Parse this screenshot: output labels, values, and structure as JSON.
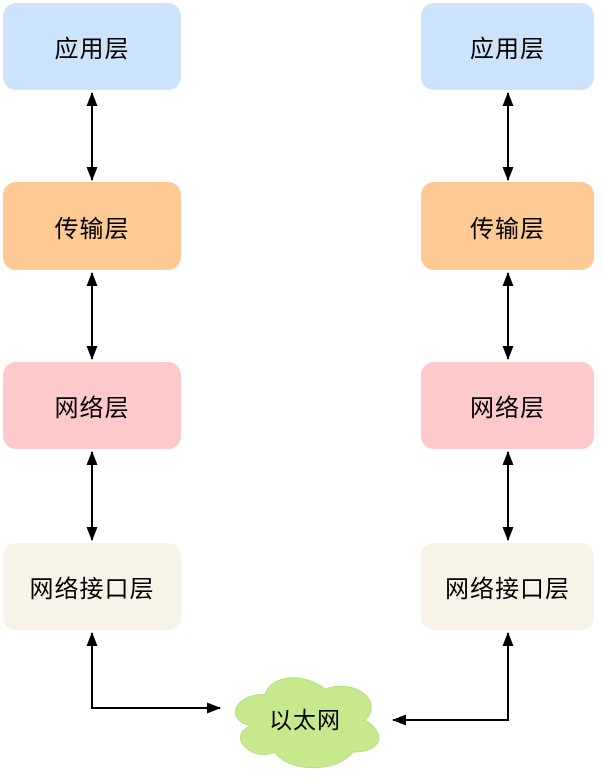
{
  "diagram": {
    "kind": "tcp-ip-layer-stacks",
    "stacks": {
      "left": {
        "layers": [
          {
            "id": "application",
            "label": "应用层",
            "color": "#cce4fb"
          },
          {
            "id": "transport",
            "label": "传输层",
            "color": "#fec993"
          },
          {
            "id": "network",
            "label": "网络层",
            "color": "#fdc9c9"
          },
          {
            "id": "network-interface",
            "label": "网络接口层",
            "color": "#f7f3e6"
          }
        ]
      },
      "right": {
        "layers": [
          {
            "id": "application",
            "label": "应用层",
            "color": "#cce4fb"
          },
          {
            "id": "transport",
            "label": "传输层",
            "color": "#fec993"
          },
          {
            "id": "network",
            "label": "网络层",
            "color": "#fdc9c9"
          },
          {
            "id": "network-interface",
            "label": "网络接口层",
            "color": "#f7f3e6"
          }
        ]
      }
    },
    "cloud": {
      "label": "以太网",
      "color": "#c5e98c"
    },
    "connector_color": "#000000",
    "text_color": "#000000",
    "background_color": "#ffffff"
  }
}
